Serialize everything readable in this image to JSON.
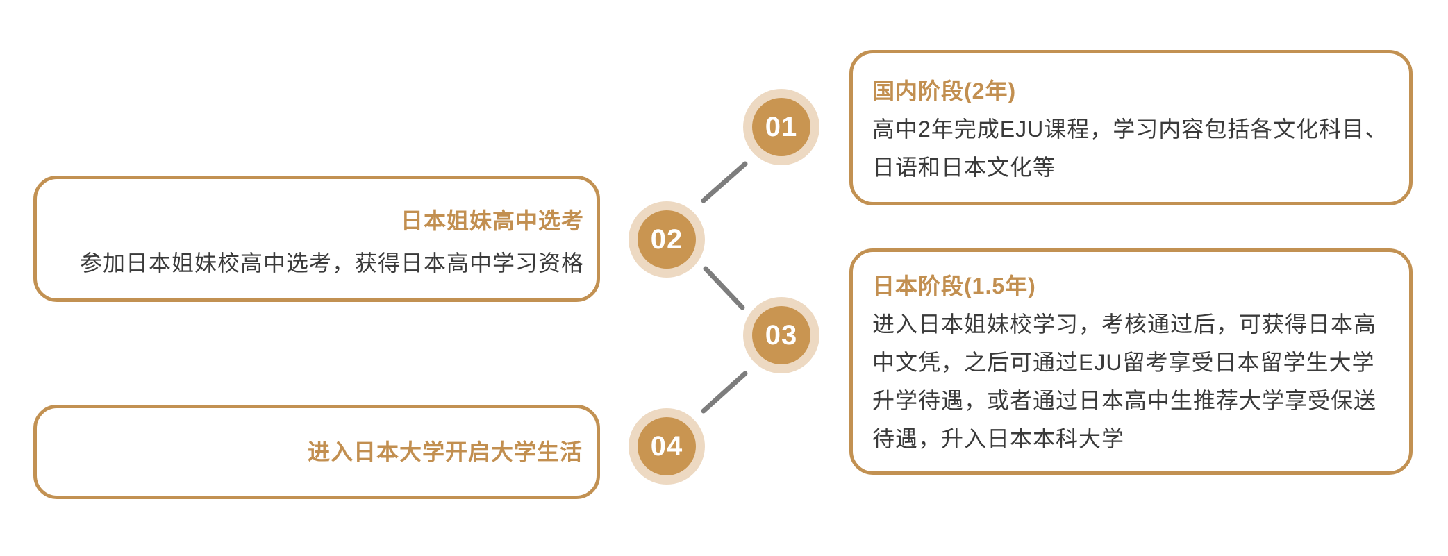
{
  "palette": {
    "gold_border": "#C29152",
    "gold_title": "#C28F50",
    "circle_inner": "#C99551",
    "circle_ring": "#EDD9C2",
    "connector_gray": "#7D7D7D",
    "body_text": "#3A3A3A",
    "step_number_text": "#FFFFFF"
  },
  "steps": [
    {
      "number": "01"
    },
    {
      "number": "02"
    },
    {
      "number": "03"
    },
    {
      "number": "04"
    }
  ],
  "cards": {
    "domestic_stage": {
      "title": "国内阶段(2年)",
      "body": "高中2年完成EJU课程，学习内容包括各文化科目、日语和日本文化等"
    },
    "sister_school_selection": {
      "title": "日本姐妹高中选考",
      "body": "参加日本姐妹校高中选考，获得日本高中学习资格"
    },
    "japan_stage": {
      "title": "日本阶段(1.5年)",
      "body": "进入日本姐妹校学习，考核通过后，可获得日本高中文凭，之后可通过EJU留考享受日本留学生大学升学待遇，或者通过日本高中生推荐大学享受保送待遇，升入日本本科大学"
    },
    "university_life": {
      "title": "进入日本大学开启大学生活"
    }
  }
}
